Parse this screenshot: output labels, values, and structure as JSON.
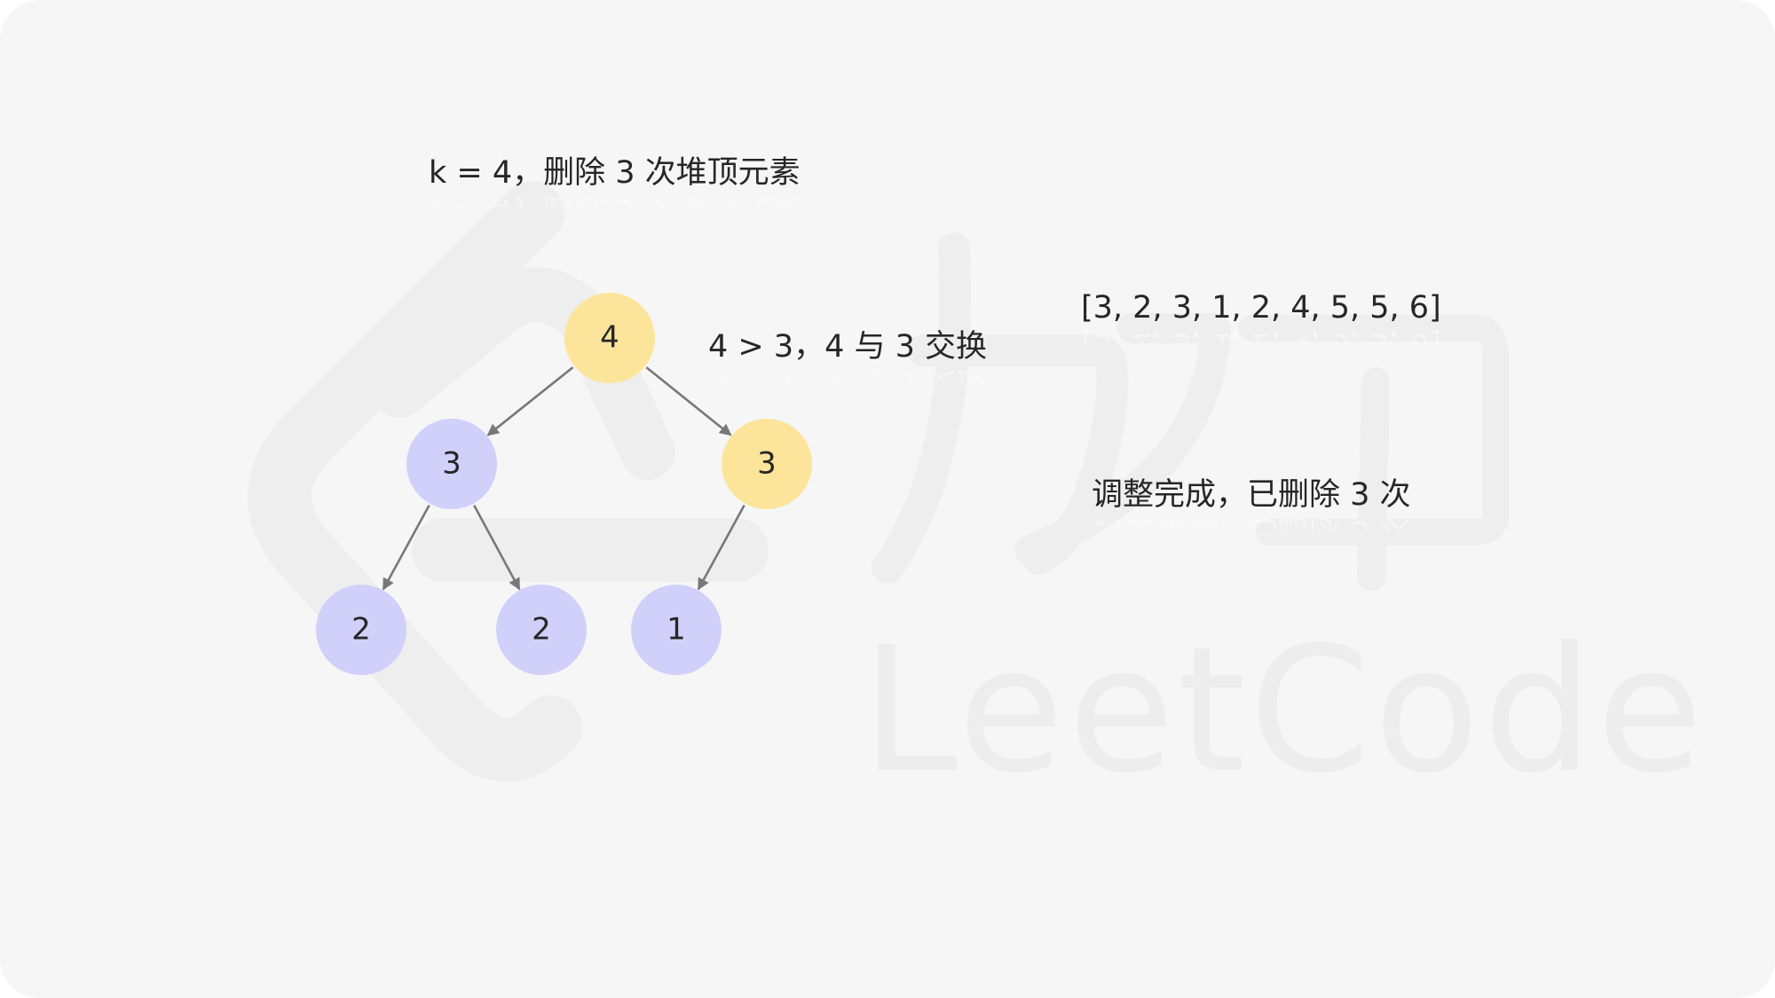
{
  "title": "k = 4，删除 3 次堆顶元素",
  "swap_note": "4 > 3，4 与 3 交换",
  "array_text": "[3, 2, 3, 1, 2, 4, 5, 5, 6]",
  "status_note": "调整完成，已删除 3 次",
  "watermark_text": "LeetCode",
  "colors": {
    "background": "#f6f6f6",
    "highlight_node": "#fce59a",
    "normal_node": "#d1d0fa",
    "edge": "#787878",
    "text": "#262626"
  },
  "tree": {
    "nodes": [
      {
        "id": "root",
        "label": "4",
        "state": "highlight"
      },
      {
        "id": "left",
        "label": "3",
        "state": "normal"
      },
      {
        "id": "right",
        "label": "3",
        "state": "highlight"
      },
      {
        "id": "left-left",
        "label": "2",
        "state": "normal"
      },
      {
        "id": "left-right",
        "label": "2",
        "state": "normal"
      },
      {
        "id": "right-left",
        "label": "1",
        "state": "normal"
      }
    ],
    "edges": [
      {
        "from": "root",
        "to": "left"
      },
      {
        "from": "root",
        "to": "right"
      },
      {
        "from": "left",
        "to": "left-left"
      },
      {
        "from": "left",
        "to": "left-right"
      },
      {
        "from": "right",
        "to": "right-left"
      }
    ]
  }
}
